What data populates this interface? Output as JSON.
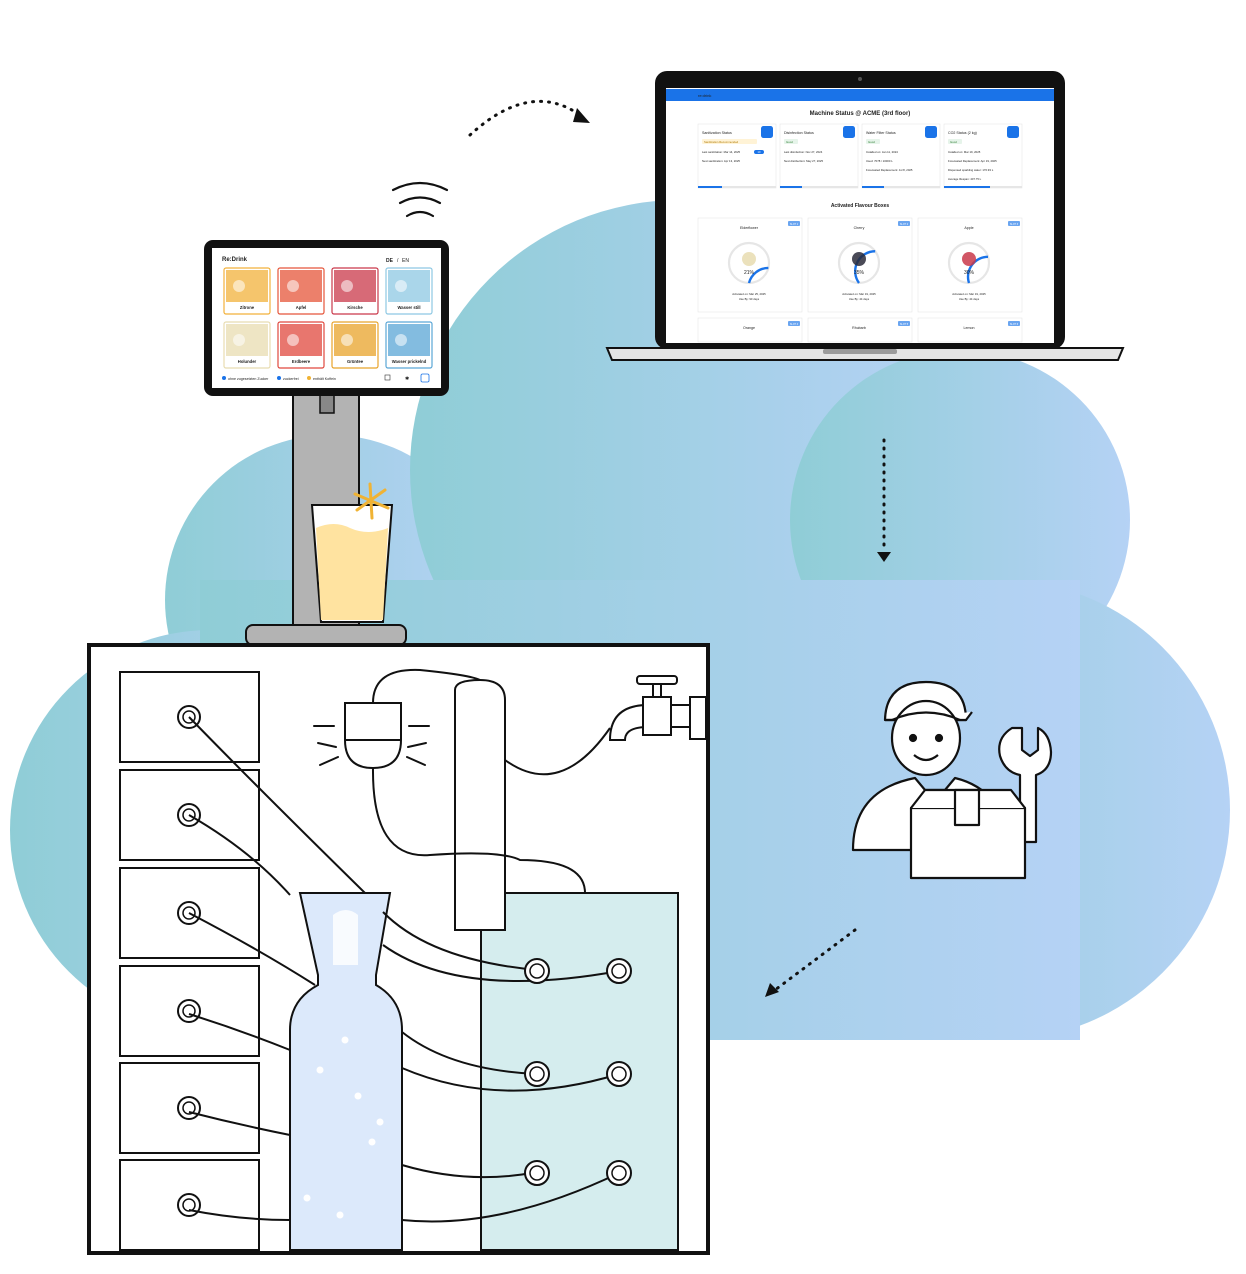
{
  "kiosk": {
    "brand": "Re:Drink",
    "lang_de": "DE",
    "lang_sep": "/",
    "lang_en": "EN",
    "flavours": [
      {
        "label": "Zitrone",
        "color": "#f2b13b"
      },
      {
        "label": "Apfel",
        "color": "#e5553a"
      },
      {
        "label": "Kirsche",
        "color": "#c9384a"
      },
      {
        "label": "Wasser still",
        "color": "#8ec8e3"
      },
      {
        "label": "Holunder",
        "color": "#e8dcb0"
      },
      {
        "label": "Erdbeere",
        "color": "#e0483e"
      },
      {
        "label": "Grüntee",
        "color": "#e8a32a"
      },
      {
        "label": "Wasser prickelnd",
        "color": "#5aa6d6"
      }
    ],
    "legend": [
      "ohne zugesetzten Zucker",
      "zuckerfrei",
      "enthält Koffein"
    ]
  },
  "dashboard": {
    "logo": "re:drink",
    "title": "Machine Status @ ACME (3rd floor)",
    "cards": [
      {
        "title": "Sanitization Status",
        "badge": "Sanitization Recommended",
        "lines": [
          "Last sanitization: Mar 14, 2025",
          "Next sanitization: Apr 13, 2025"
        ],
        "pill": "10"
      },
      {
        "title": "Disinfection Status",
        "badge": "Good",
        "lines": [
          "Last disinfection: Nov 27, 2024",
          "Next disinfection: May 27, 2025"
        ],
        "pill": ""
      },
      {
        "title": "Water Filter Status",
        "badge": "Good",
        "lines": [
          "Installed on: Jan 11, 2024",
          "Used: 7078 / 10000 L",
          "Forecasted Replacement: Jul 8, 2025"
        ],
        "pill": ""
      },
      {
        "title": "CO2 Status (2 kg)",
        "badge": "Good",
        "lines": [
          "Installed on: Mar 19, 2025",
          "Forecasted Replacement: Apr 19, 2025",
          "Dispensed sparkling water: 170.93 L",
          "Average lifespan: 407.75 L"
        ],
        "pill": ""
      }
    ],
    "flavour_heading": "Activated Flavour Boxes",
    "boxes": [
      {
        "name": "Elderflower",
        "tag": "SLOT 1",
        "percent": 21,
        "activated": "Activated on: Mar 25, 2025",
        "use_by": "Use By: 90 days"
      },
      {
        "name": "Cherry",
        "tag": "SLOT 2",
        "percent": 35,
        "activated": "Activated on: Mar 19, 2025",
        "use_by": "Use By: 44 days"
      },
      {
        "name": "Apple",
        "tag": "SLOT 3",
        "percent": 30,
        "activated": "Activated on: Mar 19, 2025",
        "use_by": "Use By: 44 days"
      }
    ],
    "boxes_row2": [
      {
        "name": "Orange",
        "tag": "SLOT 4"
      },
      {
        "name": "Rhubarb",
        "tag": "SLOT 5"
      },
      {
        "name": "Lemon",
        "tag": "SLOT 6"
      }
    ]
  },
  "colors": {
    "cloud_left": "#8fcdd6",
    "cloud_right": "#b5d2f5",
    "accent": "#1a73e8",
    "tank": "#d5edee",
    "bottle": "#dce9fb",
    "juice": "#ffe3a0"
  },
  "icons": [
    "wifi-icon",
    "technician-icon",
    "wrench-icon",
    "package-icon",
    "tap-icon",
    "lamp-icon"
  ]
}
